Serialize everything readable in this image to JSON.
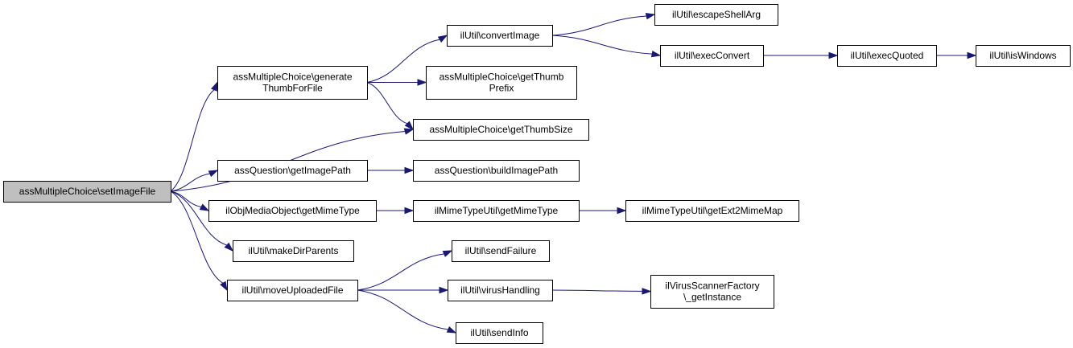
{
  "colors": {
    "edge": "#191970",
    "node_fill": "#ffffff",
    "root_fill": "#bfbfbf",
    "border": "#000000"
  },
  "nodes": {
    "setImageFile": [
      "assMultipleChoice\\setImageFile"
    ],
    "generateThumbForFile": [
      "assMultipleChoice\\generate",
      "ThumbForFile"
    ],
    "getImagePath": [
      "assQuestion\\getImagePath"
    ],
    "getMimeTypeObj": [
      "ilObjMediaObject\\getMimeType"
    ],
    "makeDirParents": [
      "ilUtil\\makeDirParents"
    ],
    "moveUploadedFile": [
      "ilUtil\\moveUploadedFile"
    ],
    "convertImage": [
      "ilUtil\\convertImage"
    ],
    "getThumbPrefix": [
      "assMultipleChoice\\getThumb",
      "Prefix"
    ],
    "getThumbSize": [
      "assMultipleChoice\\getThumbSize"
    ],
    "buildImagePath": [
      "assQuestion\\buildImagePath"
    ],
    "getMimeTypeUtil": [
      "ilMimeTypeUtil\\getMimeType"
    ],
    "sendFailure": [
      "ilUtil\\sendFailure"
    ],
    "virusHandling": [
      "ilUtil\\virusHandling"
    ],
    "sendInfo": [
      "ilUtil\\sendInfo"
    ],
    "escapeShellArg": [
      "ilUtil\\escapeShellArg"
    ],
    "execConvert": [
      "ilUtil\\execConvert"
    ],
    "execQuoted": [
      "ilUtil\\execQuoted"
    ],
    "isWindows": [
      "ilUtil\\isWindows"
    ],
    "getExt2MimeMap": [
      "ilMimeTypeUtil\\getExt2MimeMap"
    ],
    "getInstance": [
      "ilVirusScannerFactory",
      "\\_getInstance"
    ]
  },
  "edges": [
    [
      "setImageFile",
      "generateThumbForFile"
    ],
    [
      "setImageFile",
      "getThumbSize"
    ],
    [
      "setImageFile",
      "getImagePath"
    ],
    [
      "setImageFile",
      "getMimeTypeObj"
    ],
    [
      "setImageFile",
      "makeDirParents"
    ],
    [
      "setImageFile",
      "moveUploadedFile"
    ],
    [
      "generateThumbForFile",
      "convertImage"
    ],
    [
      "generateThumbForFile",
      "getThumbPrefix"
    ],
    [
      "generateThumbForFile",
      "getThumbSize"
    ],
    [
      "convertImage",
      "escapeShellArg"
    ],
    [
      "convertImage",
      "execConvert"
    ],
    [
      "execConvert",
      "execQuoted"
    ],
    [
      "execQuoted",
      "isWindows"
    ],
    [
      "getImagePath",
      "buildImagePath"
    ],
    [
      "getMimeTypeObj",
      "getMimeTypeUtil"
    ],
    [
      "getMimeTypeUtil",
      "getExt2MimeMap"
    ],
    [
      "moveUploadedFile",
      "sendFailure"
    ],
    [
      "moveUploadedFile",
      "virusHandling"
    ],
    [
      "moveUploadedFile",
      "sendInfo"
    ],
    [
      "virusHandling",
      "getInstance"
    ]
  ]
}
